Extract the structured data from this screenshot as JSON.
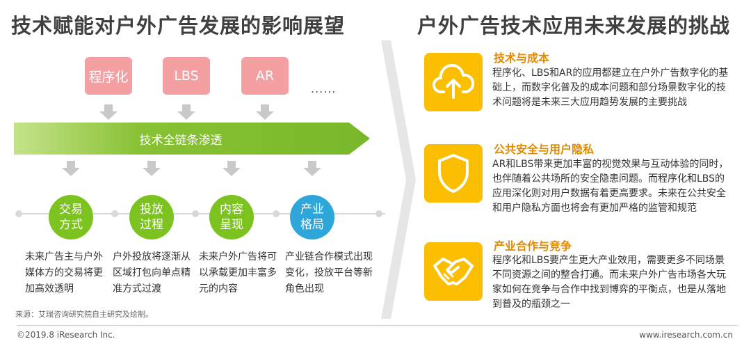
{
  "left_title": "技术赋能对户外广告发展的影响展望",
  "right_title": "户外广告技术应用未来发展的挑战",
  "tech_boxes": [
    "程序化",
    "LBS",
    "AR"
  ],
  "ellipsis": "......",
  "band_label": "技术全链条渗透",
  "aspects": [
    {
      "name": "交易\n方式",
      "text": "未来广告主与户外媒体方的交易将更加高效透明"
    },
    {
      "name": "投放\n过程",
      "text": "户外投放将逐渐从区域打包向单点精准方式过渡"
    },
    {
      "name": "内容\n呈现",
      "text": "未来户外广告将可以承载更加丰富多元的内容"
    },
    {
      "name": "产业\n格局",
      "text": "产业链合作模式出现变化，投放平台等新角色出现"
    }
  ],
  "source": "来源：艾瑞咨询研究院自主研究及绘制。",
  "challenges": [
    {
      "icon": "cloud-upload-icon",
      "title": "技术与成本",
      "text": "程序化、LBS和AR的应用都建立在户外广告数字化的基础上，而数字化普及的成本问题和部分场景数字化的技术问题将是未来三大应用趋势发展的主要挑战"
    },
    {
      "icon": "shield-icon",
      "title": "公共安全与用户隐私",
      "text": "AR和LBS带来更加丰富的视觉效果与互动体验的同时，也伴随着公共场所的安全隐患问题。而程序化和LBS的应用深化则对用户数据有着更高要求。未来在公共安全和用户隐私方面也将会有更加严格的监管和规范"
    },
    {
      "icon": "handshake-icon",
      "title": "产业合作与竞争",
      "text": "程序化和LBS要产生更大产业效用，需要更多不同场景不同资源之间的整合打通。而未来户外广告市场各大玩家如何在竞争与合作中找到博弈的平衡点，也是从落地到普及的瓶颈之一"
    }
  ],
  "footer": {
    "left": "©2019.8 iResearch Inc.",
    "right": "www.iresearch.com.cn"
  },
  "colors": {
    "pink_box": "#f4a0a3",
    "green": "#7cc320",
    "blue": "#2ea6d9",
    "yellow": "#fbbe00",
    "orange_title": "#e28b00"
  }
}
